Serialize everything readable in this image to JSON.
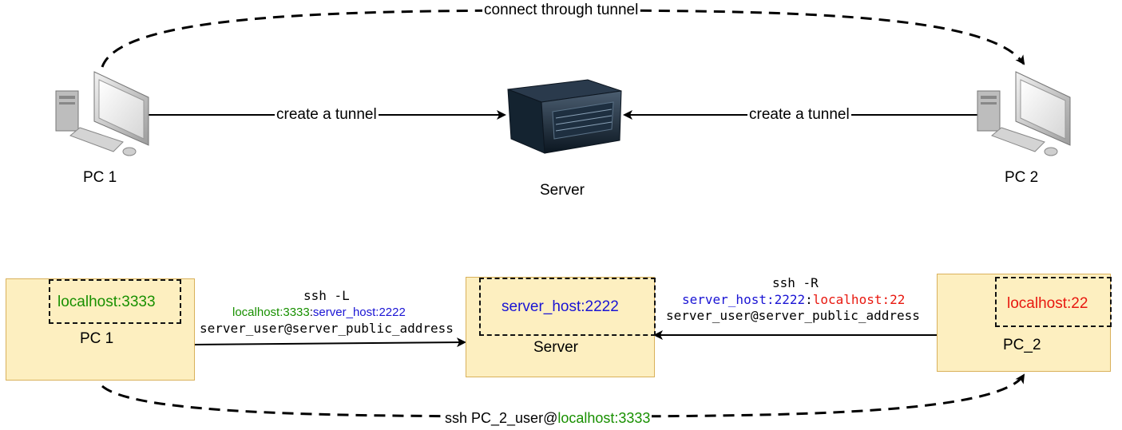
{
  "top": {
    "pc1_label": "PC 1",
    "pc2_label": "PC 2",
    "server_label": "Server",
    "tunnel_left_label": "create a tunnel",
    "tunnel_right_label": "create a tunnel",
    "connect_label": "connect through tunnel"
  },
  "bottom": {
    "pc1": {
      "label": "PC 1",
      "port": "localhost:3333"
    },
    "server": {
      "label": "Server",
      "port": "server_host:2222"
    },
    "pc2": {
      "label": "PC_2",
      "port": "localhost:22"
    },
    "ssh_l": {
      "cmd": "ssh -L",
      "local": "localhost:3333",
      "sep": ":",
      "remote": "server_host:2222",
      "target": "server_user@server_public_address"
    },
    "ssh_r": {
      "cmd": "ssh -R",
      "remote": "server_host:2222",
      "sep": ":",
      "local": "localhost:22",
      "target": "server_user@server_public_address"
    },
    "ssh_final": {
      "prefix": "ssh PC_2_user@",
      "host": "localhost:3333"
    }
  },
  "colors": {
    "green": "#189000",
    "blue": "#1a14d4",
    "red": "#e8180f",
    "box_fill": "#fdefc0",
    "box_border": "#d9b15b"
  }
}
